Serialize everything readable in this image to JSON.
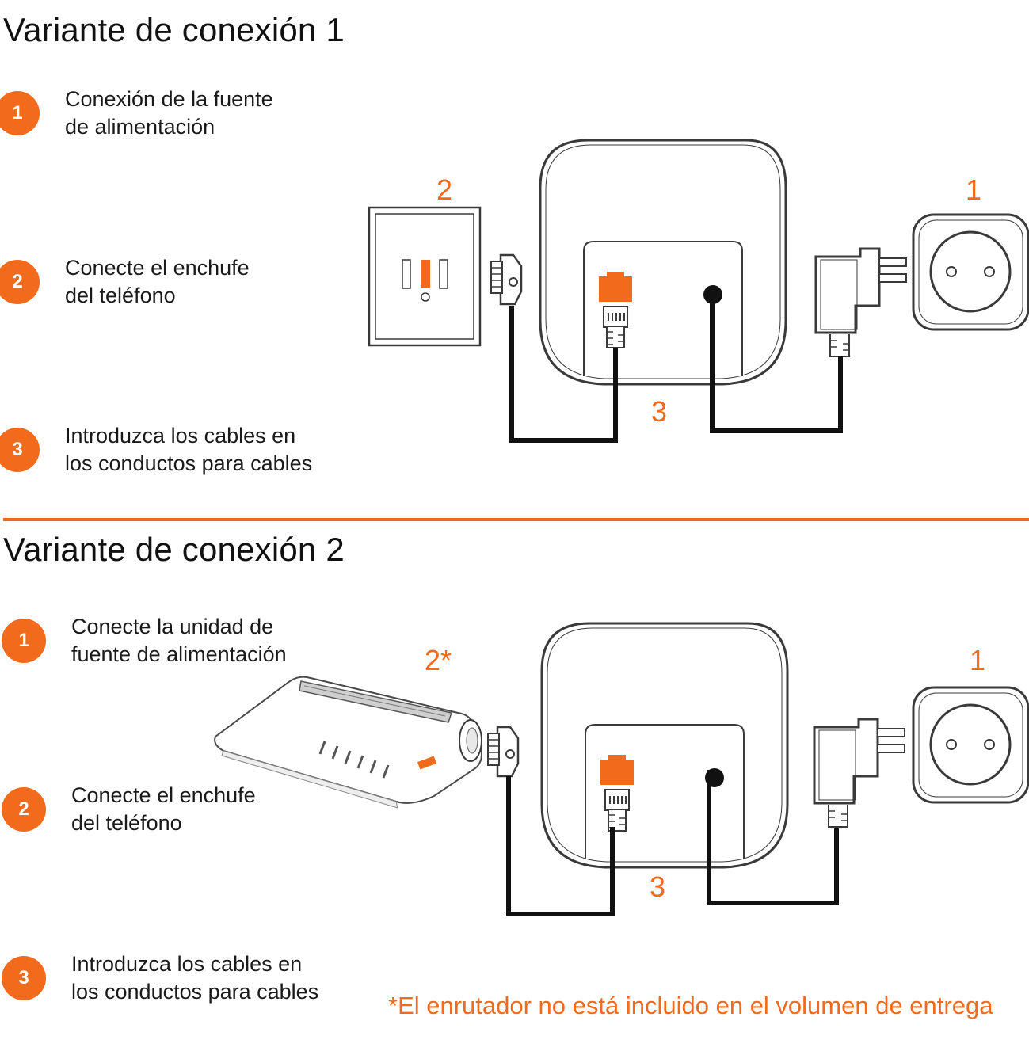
{
  "colors": {
    "accent": "#f26a1b",
    "stroke": "#3a3a3a",
    "cable": "#111111",
    "text": "#1a1a1a"
  },
  "variant1": {
    "title": "Variante de conexión 1",
    "steps": [
      {
        "number": "1",
        "line1": "Conexión de la fuente",
        "line2": "de alimentación"
      },
      {
        "number": "2",
        "line1": "Conecte el enchufe",
        "line2": "del teléfono"
      },
      {
        "number": "3",
        "line1": "Introduzca los cables en",
        "line2": "los conductos para cables"
      }
    ],
    "diagram_labels": {
      "wall_jack": "2",
      "power_outlet": "1",
      "cable_channels": "3"
    }
  },
  "variant2": {
    "title": "Variante de conexión 2",
    "steps": [
      {
        "number": "1",
        "line1": "Conecte la unidad de",
        "line2": "fuente de alimentación"
      },
      {
        "number": "2",
        "line1": "Conecte el enchufe",
        "line2": "del teléfono"
      },
      {
        "number": "3",
        "line1": "Introduzca los cables en",
        "line2": "los conductos para cables"
      }
    ],
    "diagram_labels": {
      "router": "2*",
      "power_outlet": "1",
      "cable_channels": "3"
    }
  },
  "footnote": "*El enrutador no está incluido en el volumen de entrega",
  "icons": {
    "wall_jack": "tae-wall-socket-icon",
    "base_station": "phone-base-station-icon",
    "power_adapter": "power-adapter-icon",
    "outlet": "wall-outlet-icon",
    "router": "router-icon",
    "phone_plug": "tae-plug-icon",
    "rj_plug": "rj11-plug-icon"
  }
}
